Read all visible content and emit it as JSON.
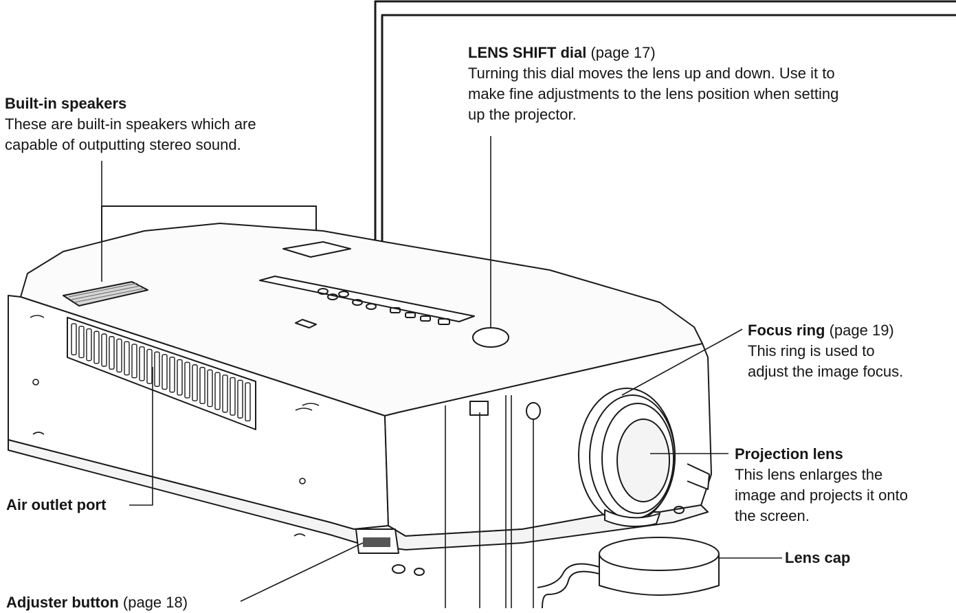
{
  "callouts": {
    "lens_shift": {
      "title": "LENS SHIFT dial",
      "page": "(page 17)",
      "lines": [
        "Turning this dial moves the lens up and down. Use it to",
        "make fine adjustments to the lens position when setting",
        "up the projector."
      ]
    },
    "speakers": {
      "title": "Built-in speakers",
      "lines": [
        "These are built-in speakers which are",
        "capable of outputting stereo sound."
      ]
    },
    "focus_ring": {
      "title": "Focus ring",
      "page": "(page 19)",
      "lines": [
        "This ring is used to",
        "adjust the image focus."
      ]
    },
    "projection_lens": {
      "title": "Projection lens",
      "lines": [
        "This lens enlarges the",
        "image and projects it onto",
        "the screen."
      ]
    },
    "air_outlet": {
      "title": "Air outlet port"
    },
    "lens_cap": {
      "title": "Lens cap"
    },
    "adjuster": {
      "title": "Adjuster button",
      "page": "(page 18)"
    }
  }
}
